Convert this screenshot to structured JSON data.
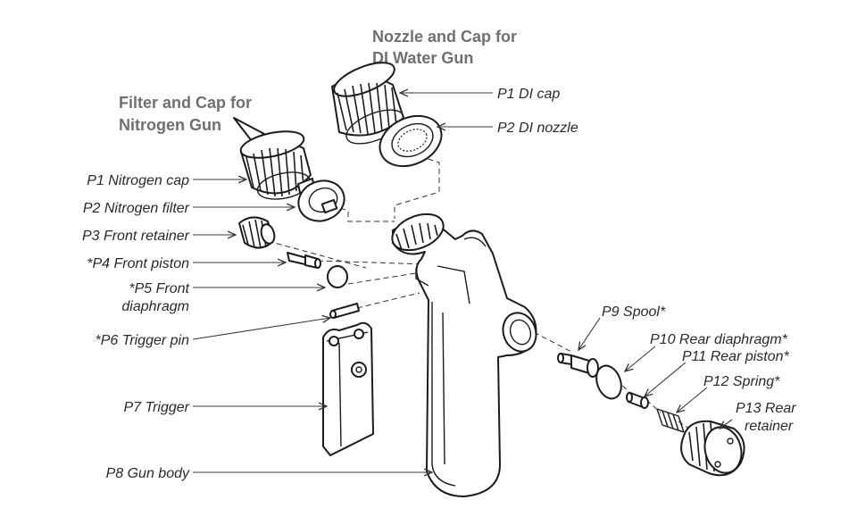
{
  "headings": {
    "di_gun": [
      "Nozzle and Cap for",
      "DI Water Gun"
    ],
    "nitrogen_gun": [
      "Filter and Cap for",
      "Nitrogen Gun"
    ]
  },
  "labels": {
    "p1_di_cap": "P1 DI cap",
    "p2_di_nozzle": "P2 DI nozzle",
    "p1_nitrogen_cap": "P1 Nitrogen cap",
    "p2_nitrogen_filter": "P2 Nitrogen filter",
    "p3_front_retainer": "P3 Front retainer",
    "p4_front_piston": "*P4 Front piston",
    "p5_front_diaphragm": [
      "*P5 Front",
      "diaphragm"
    ],
    "p6_trigger_pin": "*P6 Trigger pin",
    "p7_trigger": "P7 Trigger",
    "p8_gun_body": "P8 Gun body",
    "p9_spool": "P9 Spool*",
    "p10_rear_diaphragm": "P10 Rear diaphragm*",
    "p11_rear_piston": "P11 Rear piston*",
    "p12_spring": "P12 Spring*",
    "p13_rear_retainer": [
      "P13 Rear",
      "retainer"
    ]
  }
}
